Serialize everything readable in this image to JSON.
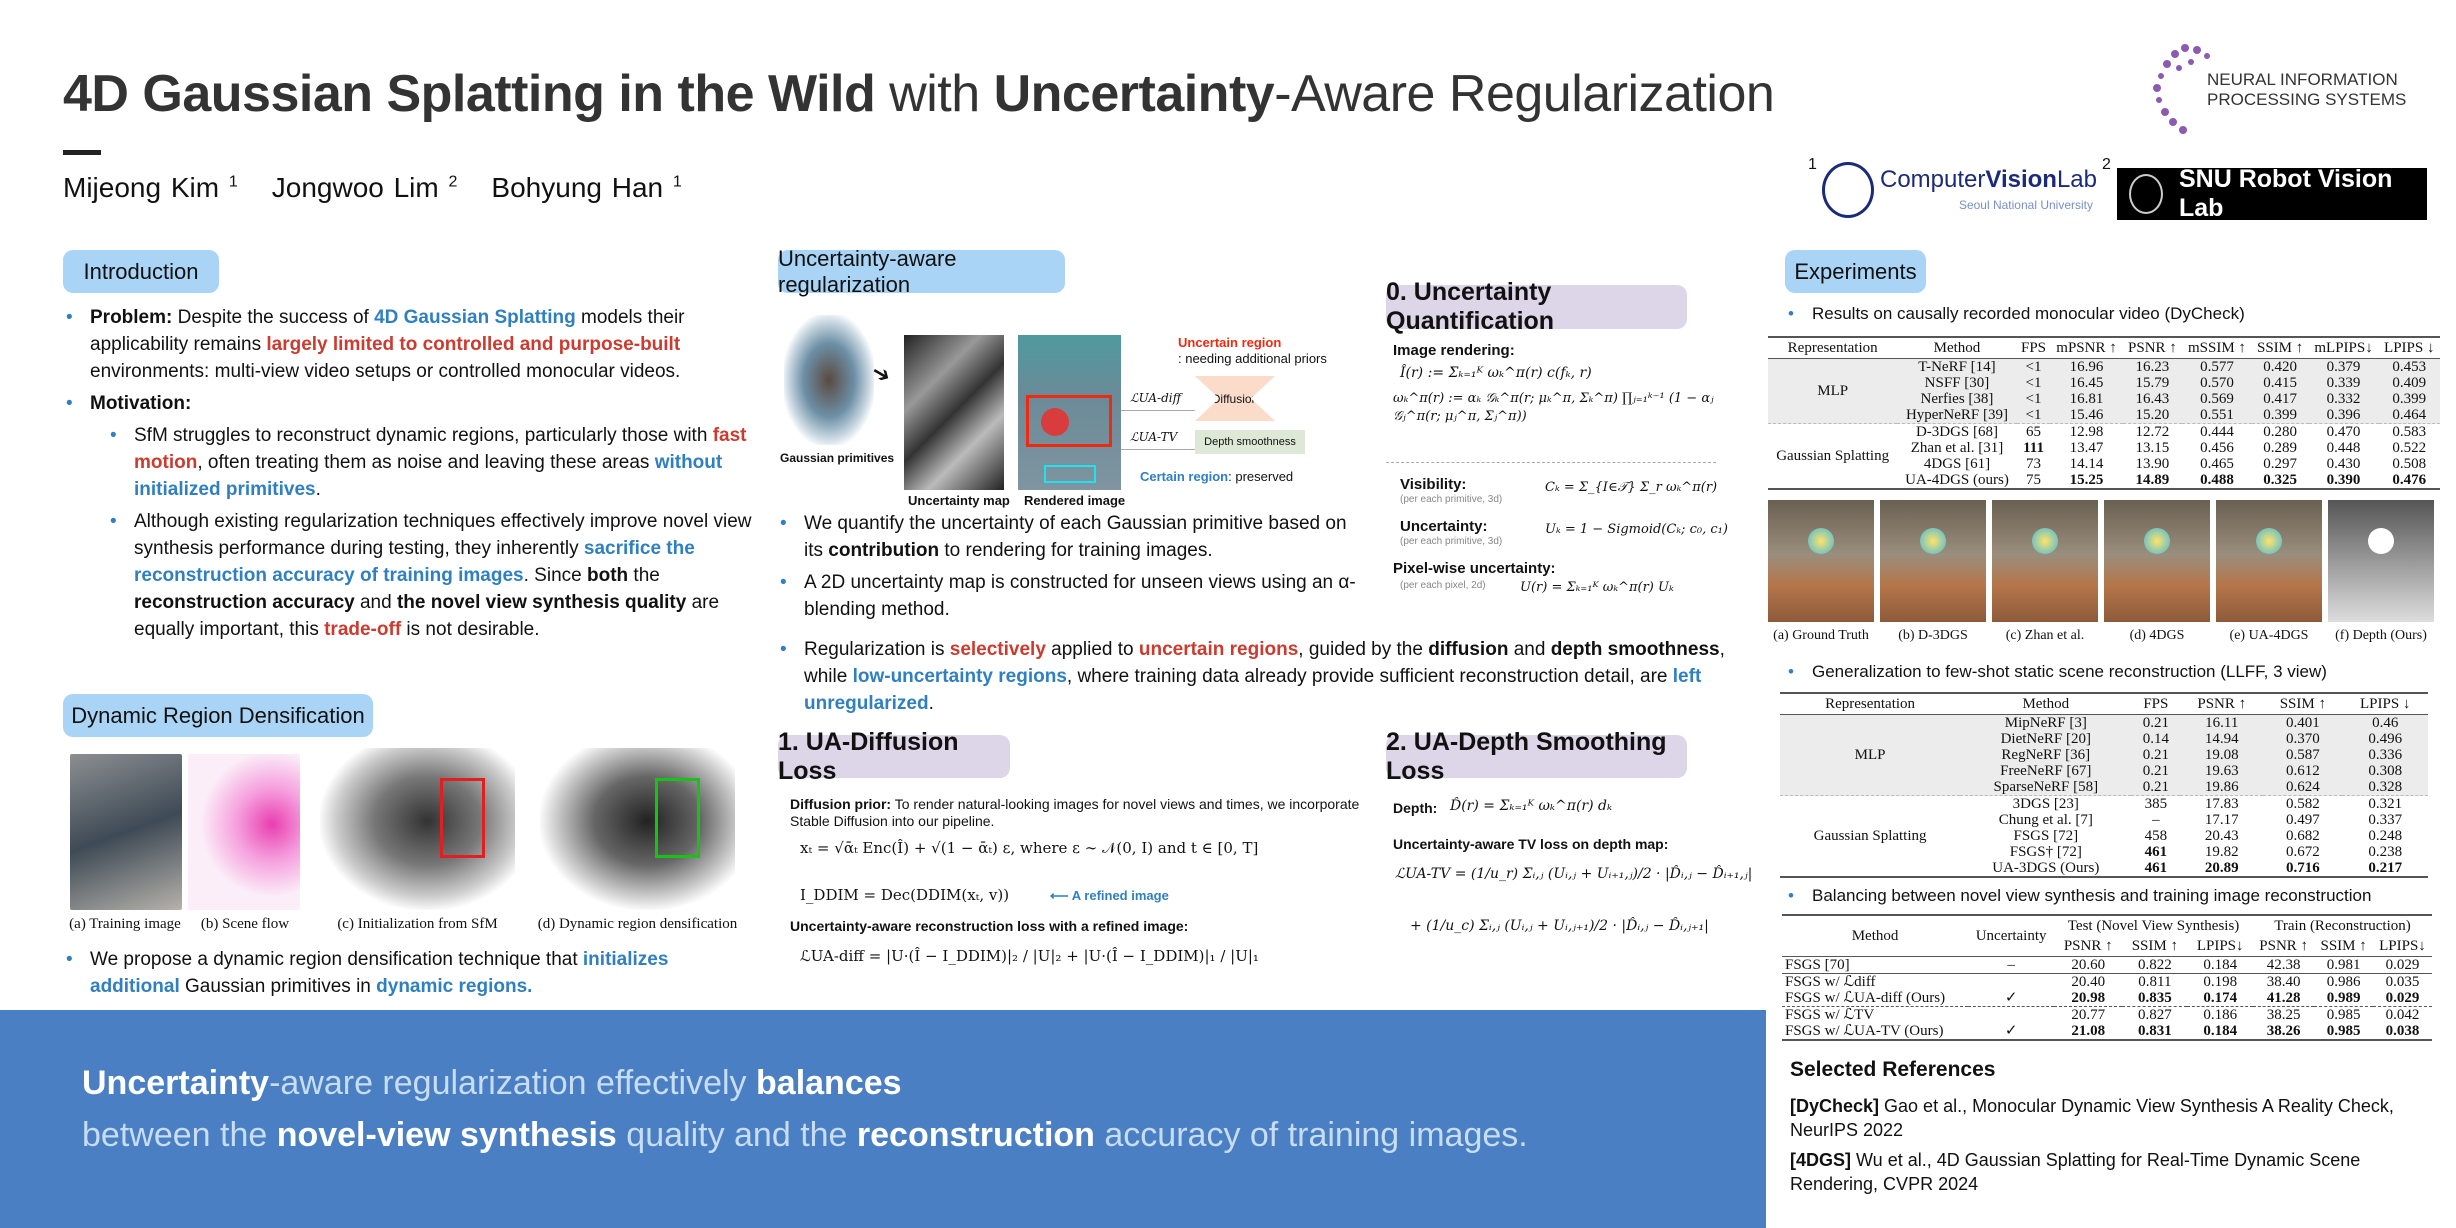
{
  "header": {
    "title_parts": [
      {
        "t": "4D Gaussian Splatting in the Wild",
        "c": "bb"
      },
      {
        "t": " with ",
        "c": ""
      },
      {
        "t": "Uncertainty",
        "c": "bb"
      },
      {
        "t": "-Aware Regularization",
        "c": ""
      }
    ],
    "authors": [
      {
        "name": "Mijeong Kim",
        "sup": "1"
      },
      {
        "name": "Jongwoo Lim",
        "sup": "2"
      },
      {
        "name": "Bohyung Han",
        "sup": "1"
      }
    ],
    "logos": {
      "neurips_line1": "NEURAL INFORMATION",
      "neurips_line2": "PROCESSING SYSTEMS",
      "cvl_num": "1",
      "cvl_a": "Computer",
      "cvl_b": "Vision",
      "cvl_c": "Lab",
      "cvl_sub": "Seoul National University",
      "rvl_num": "2",
      "rvl": "SNU Robot Vision Lab"
    }
  },
  "intro": {
    "heading": "Introduction",
    "bullets": [
      [
        {
          "t": "Problem:",
          "c": "bb"
        },
        {
          "t": " Despite the success of ",
          "c": ""
        },
        {
          "t": "4D Gaussian Splatting",
          "c": "blue"
        },
        {
          "t": " models their applicability remains ",
          "c": ""
        },
        {
          "t": "largely limited to controlled and purpose-built",
          "c": "red"
        },
        {
          "t": " environments: multi-view video setups or controlled monocular videos.",
          "c": ""
        }
      ],
      [
        {
          "t": "Motivation:",
          "c": "bb"
        }
      ]
    ],
    "sub_bullets": [
      [
        {
          "t": "SfM struggles to reconstruct dynamic regions, particularly those with ",
          "c": ""
        },
        {
          "t": "fast motion",
          "c": "red"
        },
        {
          "t": ", often treating them as noise and leaving these areas ",
          "c": ""
        },
        {
          "t": "without initialized primitives",
          "c": "blue"
        },
        {
          "t": ".",
          "c": ""
        }
      ],
      [
        {
          "t": "Although existing regularization techniques effectively improve novel view synthesis performance during testing, they inherently ",
          "c": ""
        },
        {
          "t": "sacrifice the reconstruction accuracy of training images",
          "c": "blue"
        },
        {
          "t": ". Since ",
          "c": ""
        },
        {
          "t": "both",
          "c": "bb"
        },
        {
          "t": " the ",
          "c": ""
        },
        {
          "t": "reconstruction accuracy",
          "c": "bb"
        },
        {
          "t": " and ",
          "c": ""
        },
        {
          "t": "the novel view synthesis quality",
          "c": "bb"
        },
        {
          "t": " are equally important, this ",
          "c": ""
        },
        {
          "t": "trade-off",
          "c": "red"
        },
        {
          "t": " is not desirable.",
          "c": ""
        }
      ]
    ]
  },
  "densification": {
    "heading": "Dynamic Region Densification",
    "captions": [
      "(a) Training image",
      "(b) Scene flow",
      "(c) Initialization from SfM",
      "(d) Dynamic region densification"
    ],
    "bullet": [
      {
        "t": "We propose a dynamic region densification technique that ",
        "c": ""
      },
      {
        "t": "initializes additional",
        "c": "blue"
      },
      {
        "t": " Gaussian primitives in ",
        "c": ""
      },
      {
        "t": "dynamic regions.",
        "c": "blue"
      }
    ]
  },
  "takeaway": {
    "line1": [
      {
        "t": "Uncertainty",
        "c": "bb"
      },
      {
        "t": "-aware regularization effectively ",
        "c": ""
      },
      {
        "t": "balances",
        "c": "bb"
      }
    ],
    "line2": [
      {
        "t": "between the ",
        "c": ""
      },
      {
        "t": "novel-view synthesis",
        "c": "bb"
      },
      {
        "t": " quality and the ",
        "c": ""
      },
      {
        "t": "reconstruction",
        "c": "bb"
      },
      {
        "t": " accuracy of training images.",
        "c": ""
      }
    ]
  },
  "uar": {
    "heading": "Uncertainty-aware regularization",
    "fig": {
      "gaussian": "Gaussian primitives",
      "umap": "Uncertainty map",
      "rendered": "Rendered image",
      "uncertain": "Uncertain region",
      "uncertain_sub": ": needing additional priors",
      "l_diff": "ℒUA-diff",
      "l_tv": "ℒUA-TV",
      "diffusion": "Diffusion",
      "depth": "Depth smoothness",
      "certain": "Certain region",
      "certain_sub": ": preserved"
    },
    "bullets": [
      [
        {
          "t": "We quantify the uncertainty of each Gaussian primitive based on its ",
          "c": ""
        },
        {
          "t": "contribution",
          "c": "bb"
        },
        {
          "t": " to rendering for training images.",
          "c": ""
        }
      ],
      [
        {
          "t": "A 2D uncertainty map is constructed for unseen views using an α-blending method.",
          "c": ""
        }
      ],
      [
        {
          "t": "Regularization is ",
          "c": ""
        },
        {
          "t": "selectively",
          "c": "red"
        },
        {
          "t": " applied to ",
          "c": ""
        },
        {
          "t": "uncertain regions",
          "c": "red"
        },
        {
          "t": ", guided by the ",
          "c": ""
        },
        {
          "t": "diffusion",
          "c": "bb"
        },
        {
          "t": " and ",
          "c": ""
        },
        {
          "t": "depth smoothness",
          "c": "bb"
        },
        {
          "t": ", while  ",
          "c": ""
        },
        {
          "t": "low-uncertainty regions",
          "c": "blue"
        },
        {
          "t": ", where training data already provide sufficient reconstruction detail, are ",
          "c": ""
        },
        {
          "t": "left unregularized",
          "c": "blue"
        },
        {
          "t": ".",
          "c": ""
        }
      ]
    ]
  },
  "uq": {
    "heading": "0. Uncertainty Quantification",
    "render_label": "Image rendering:",
    "render_eq": "Î(r) := Σₖ₌₁ᴷ ωₖ^π(r) c(fₖ, r)",
    "weight_eq": "ωₖ^π(r) := αₖ 𝒢ₖ^π(r; μₖ^π, Σₖ^π) ∏ⱼ₌₁ᵏ⁻¹ (1 − αⱼ 𝒢ⱼ^π(r; μⱼ^π, Σⱼ^π))",
    "vis_label": "Visibility:",
    "vis_sub": "(per each primitive, 3d)",
    "vis_eq": "Cₖ = Σ_{I∈𝒯} Σ_r ωₖ^π(r)",
    "unc_label": "Uncertainty:",
    "unc_sub": "(per each primitive, 3d)",
    "unc_eq": "Uₖ = 1 − Sigmoid(Cₖ; c₀, c₁)",
    "pix_label": "Pixel-wise uncertainty:",
    "pix_sub": "(per each pixel, 2d)",
    "pix_eq": "U(r) = Σₖ₌₁ᴷ ωₖ^π(r) Uₖ"
  },
  "diff": {
    "heading": "1. UA-Diffusion Loss",
    "prior_label": "Diffusion prior:",
    "prior_text": " To render natural-looking images for novel views and times, we incorporate Stable Diffusion into our pipeline.",
    "eq1": "xₜ = √ᾱₜ Enc(Î) + √(1 − ᾱₜ) ε,   where   ε ∼ 𝒩(0, I)   and   t ∈ [0, T]",
    "eq2": "I_DDIM = Dec(DDIM(xₜ, v))",
    "refined": "⟵ A refined image",
    "loss_label": "Uncertainty-aware reconstruction loss with a refined image:",
    "eq3": "ℒUA-diff = |U·(Î − I_DDIM)|₂ / |U|₂ + |U·(Î − I_DDIM)|₁ / |U|₁"
  },
  "depth": {
    "heading": "2. UA-Depth Smoothing Loss",
    "depth_label": "Depth:",
    "depth_eq": "D̂(r) = Σₖ₌₁ᴷ ωₖ^π(r) dₖ",
    "tv_label": "Uncertainty-aware TV loss on depth map:",
    "eq1": "ℒUA-TV = (1/u_r) Σᵢ,ⱼ (Uᵢ,ⱼ + Uᵢ₊₁,ⱼ)/2 · |D̂ᵢ,ⱼ − D̂ᵢ₊₁,ⱼ|",
    "eq2": "+ (1/u_c) Σᵢ,ⱼ (Uᵢ,ⱼ + Uᵢ,ⱼ₊₁)/2 · |D̂ᵢ,ⱼ − D̂ᵢ,ⱼ₊₁|"
  },
  "exp": {
    "heading": "Experiments",
    "b1": "Results on causally recorded monocular video (DyCheck)",
    "t1": {
      "headers": [
        "Representation",
        "Method",
        "FPS",
        "mPSNR ↑",
        "PSNR ↑",
        "mSSIM ↑",
        "SSIM ↑",
        "mLPIPS↓",
        "LPIPS ↓"
      ],
      "groups": [
        {
          "name": "MLP",
          "rows": [
            [
              "T-NeRF [14]",
              "<1",
              "16.96",
              "16.23",
              "0.577",
              "0.420",
              "0.379",
              "0.453"
            ],
            [
              "NSFF [30]",
              "<1",
              "16.45",
              "15.79",
              "0.570",
              "0.415",
              "0.339",
              "0.409"
            ],
            [
              "Nerfies [38]",
              "<1",
              "16.81",
              "16.43",
              "0.569",
              "0.417",
              "0.332",
              "0.399"
            ],
            [
              "HyperNeRF [39]",
              "<1",
              "15.46",
              "15.20",
              "0.551",
              "0.399",
              "0.396",
              "0.464"
            ]
          ]
        },
        {
          "name": "Gaussian Splatting",
          "rows": [
            [
              "D-3DGS [68]",
              "65",
              "12.98",
              "12.72",
              "0.444",
              "0.280",
              "0.470",
              "0.583"
            ],
            [
              "Zhan et al. [31]",
              "111",
              "13.47",
              "13.15",
              "0.456",
              "0.289",
              "0.448",
              "0.522"
            ],
            [
              "4DGS [61]",
              "73",
              "14.14",
              "13.90",
              "0.465",
              "0.297",
              "0.430",
              "0.508"
            ],
            [
              "UA-4DGS (ours)",
              "75",
              "15.25",
              "14.89",
              "0.488",
              "0.325",
              "0.390",
              "0.476"
            ]
          ]
        }
      ]
    },
    "photo_caps": [
      "(a) Ground Truth",
      "(b) D-3DGS",
      "(c) Zhan et al.",
      "(d) 4DGS",
      "(e) UA-4DGS",
      "(f) Depth (Ours)"
    ],
    "b2": "Generalization to few-shot static scene reconstruction (LLFF, 3 view)",
    "t2": {
      "headers": [
        "Representation",
        "Method",
        "FPS",
        "PSNR ↑",
        "SSIM ↑",
        "LPIPS ↓"
      ],
      "groups": [
        {
          "name": "MLP",
          "rows": [
            [
              "MipNeRF [3]",
              "0.21",
              "16.11",
              "0.401",
              "0.46"
            ],
            [
              "DietNeRF [20]",
              "0.14",
              "14.94",
              "0.370",
              "0.496"
            ],
            [
              "RegNeRF [36]",
              "0.21",
              "19.08",
              "0.587",
              "0.336"
            ],
            [
              "FreeNeRF [67]",
              "0.21",
              "19.63",
              "0.612",
              "0.308"
            ],
            [
              "SparseNeRF [58]",
              "0.21",
              "19.86",
              "0.624",
              "0.328"
            ]
          ]
        },
        {
          "name": "Gaussian Splatting",
          "rows": [
            [
              "3DGS [23]",
              "385",
              "17.83",
              "0.582",
              "0.321"
            ],
            [
              "Chung et al. [7]",
              "–",
              "17.17",
              "0.497",
              "0.337"
            ],
            [
              "FSGS [72]",
              "458",
              "20.43",
              "0.682",
              "0.248"
            ],
            [
              "FSGS† [72]",
              "461",
              "19.82",
              "0.672",
              "0.238"
            ],
            [
              "UA-3DGS (Ours)",
              "461",
              "20.89",
              "0.716",
              "0.217"
            ]
          ]
        }
      ]
    },
    "b3": "Balancing between novel view synthesis and training image reconstruction",
    "t3": {
      "h_method": "Method",
      "h_unc": "Uncertainty",
      "h_test": "Test (Novel View Synthesis)",
      "h_train": "Train (Reconstruction)",
      "sub": [
        "PSNR ↑",
        "SSIM ↑",
        "LPIPS↓",
        "PSNR ↑",
        "SSIM ↑",
        "LPIPS↓"
      ],
      "rows": [
        [
          "FSGS [70]",
          "–",
          "20.60",
          "0.822",
          "0.184",
          "42.38",
          "0.981",
          "0.029"
        ],
        [
          "FSGS w/ ℒdiff",
          "",
          "20.40",
          "0.811",
          "0.198",
          "38.40",
          "0.986",
          "0.035"
        ],
        [
          "FSGS w/ ℒUA-diff (Ours)",
          "✓",
          "20.98",
          "0.835",
          "0.174",
          "41.28",
          "0.989",
          "0.029"
        ],
        [
          "FSGS w/ ℒTV",
          "",
          "20.77",
          "0.827",
          "0.186",
          "38.25",
          "0.985",
          "0.042"
        ],
        [
          "FSGS w/ ℒUA-TV (Ours)",
          "✓",
          "21.08",
          "0.831",
          "0.184",
          "38.26",
          "0.985",
          "0.038"
        ]
      ]
    }
  },
  "refs": {
    "heading": "Selected References",
    "items": [
      {
        "tag": "[DyCheck]",
        "text": " Gao et al., Monocular Dynamic View Synthesis A Reality Check, NeurIPS 2022"
      },
      {
        "tag": "[4DGS]",
        "text": " Wu et al., 4D Gaussian Splatting for Real-Time Dynamic Scene Rendering, CVPR 2024"
      }
    ]
  }
}
